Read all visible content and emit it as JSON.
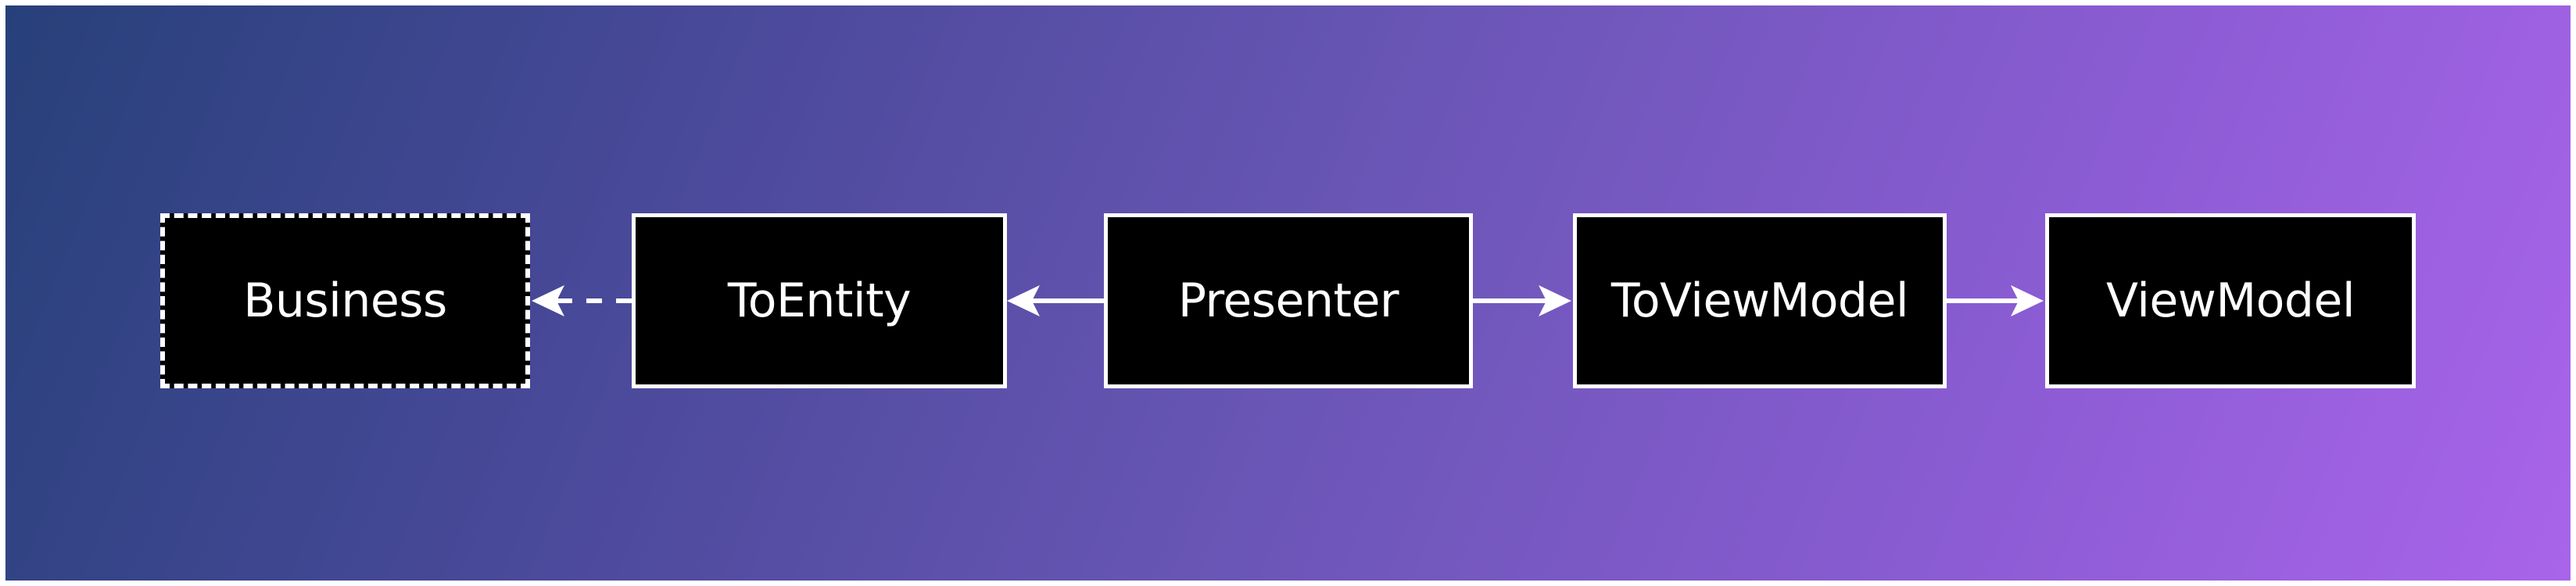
{
  "diagram": {
    "background": {
      "gradient_start": "#27407a",
      "gradient_end": "#a964ea"
    },
    "nodes": [
      {
        "id": "business",
        "label": "Business",
        "style": "dashed"
      },
      {
        "id": "to_entity",
        "label": "ToEntity",
        "style": "solid"
      },
      {
        "id": "presenter",
        "label": "Presenter",
        "style": "solid"
      },
      {
        "id": "to_view_model",
        "label": "ToViewModel",
        "style": "solid"
      },
      {
        "id": "view_model",
        "label": "ViewModel",
        "style": "solid"
      }
    ],
    "edges": [
      {
        "from": "presenter",
        "to": "to_entity",
        "style": "solid"
      },
      {
        "from": "to_entity",
        "to": "business",
        "style": "dashed"
      },
      {
        "from": "presenter",
        "to": "to_view_model",
        "style": "solid"
      },
      {
        "from": "to_view_model",
        "to": "view_model",
        "style": "solid"
      }
    ],
    "colors": {
      "node_fill": "#000000",
      "node_border": "#ffffff",
      "text": "#ffffff",
      "edge": "#ffffff"
    }
  }
}
